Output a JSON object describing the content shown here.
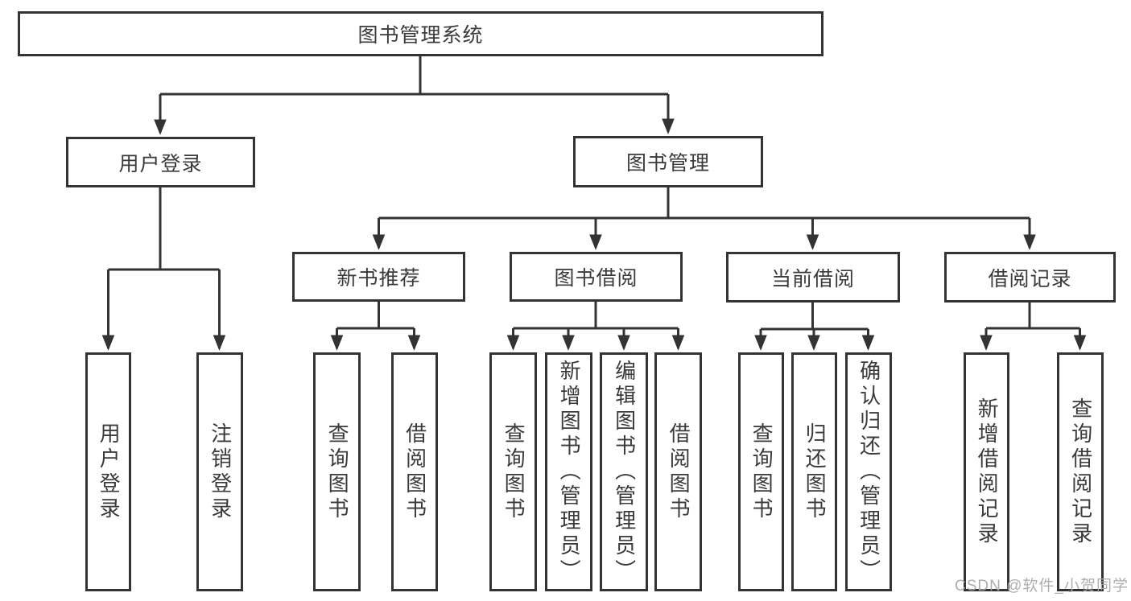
{
  "tree": {
    "root": "图书管理系统",
    "children": [
      {
        "label": "用户登录",
        "children": [
          "用户登录",
          "注销登录"
        ]
      },
      {
        "label": "图书管理",
        "children": [
          {
            "label": "新书推荐",
            "children": [
              "查询图书",
              "借阅图书"
            ]
          },
          {
            "label": "图书借阅",
            "children": [
              "查询图书",
              "新增图书（管理员）",
              "编辑图书（管理员）",
              "借阅图书"
            ]
          },
          {
            "label": "当前借阅",
            "children": [
              "查询图书",
              "归还图书",
              "确认归还（管理员）"
            ]
          },
          {
            "label": "借阅记录",
            "children": [
              "新增借阅记录",
              "查询借阅记录"
            ]
          }
        ]
      }
    ]
  },
  "watermark": "CSDN @软件_小贺同学",
  "colors": {
    "line": "#333333",
    "box_border": "#333333",
    "text": "#3a3a3a",
    "watermark": "#aaaaaa",
    "background": "#ffffff"
  }
}
